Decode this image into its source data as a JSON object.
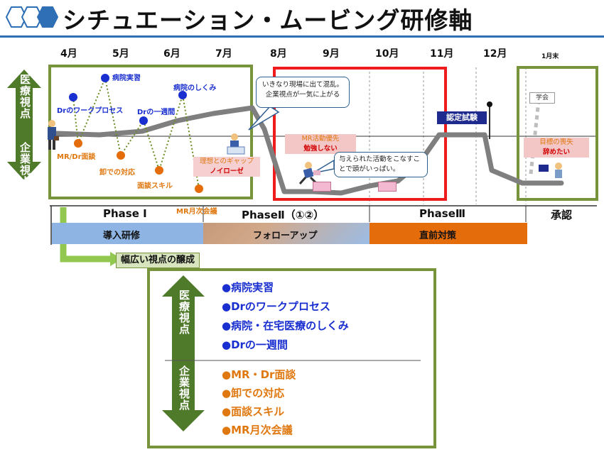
{
  "title": "シチュエーション・ムービング研修軸",
  "months": [
    "4月",
    "5月",
    "6月",
    "7月",
    "8月",
    "9月",
    "10月",
    "11月",
    "12月"
  ],
  "month_end": "1月末",
  "axis": {
    "medical": "医療視点",
    "corporate": "企業視点"
  },
  "medical_points": [
    "Drのワークプロセス",
    "病院実習",
    "Drの一週間",
    "病院のしくみ"
  ],
  "corporate_points": [
    "MR/Dr面談",
    "卸での対応",
    "面談スキル",
    "MR月次会議"
  ],
  "gap": {
    "line1": "理想とのギャップ",
    "line2": "ノイローゼ"
  },
  "callout1": {
    "line1": "いきなり現場に出て混乱。",
    "line2": "企業視点が一気に上がる"
  },
  "mr_box": {
    "line1": "MR活動優先",
    "line2": "勉強しない"
  },
  "callout2": {
    "line1": "与えられた活動をこなすこ",
    "line2": "とで頭がいっぱい。"
  },
  "cert_exam": "認定試験",
  "academic": "学会",
  "goal_box": {
    "line1": "目標の喪失",
    "line2": "辞めたい"
  },
  "phases": [
    "Phase Ⅰ",
    "PhaseⅡ（①②）",
    "PhaseⅢ",
    "承認"
  ],
  "bands": [
    "導入研修",
    "フォローアップ",
    "直前対策"
  ],
  "broad_view": "幅広い視点の醸成",
  "legend": {
    "medical": [
      "●病院実習",
      "●Drのワークプロセス",
      "●病院・在宅医療のしくみ",
      "●Drの一週間"
    ],
    "corporate": [
      "●MR・Dr面談",
      "●卸での対応",
      "●面談スキル",
      "●MR月次会議"
    ]
  },
  "colors": {
    "blue": "#1a2fd0",
    "orange": "#e07810",
    "green_border": "#77933c",
    "red_border": "#ee1c1c",
    "rule": "#2f6fb6"
  }
}
